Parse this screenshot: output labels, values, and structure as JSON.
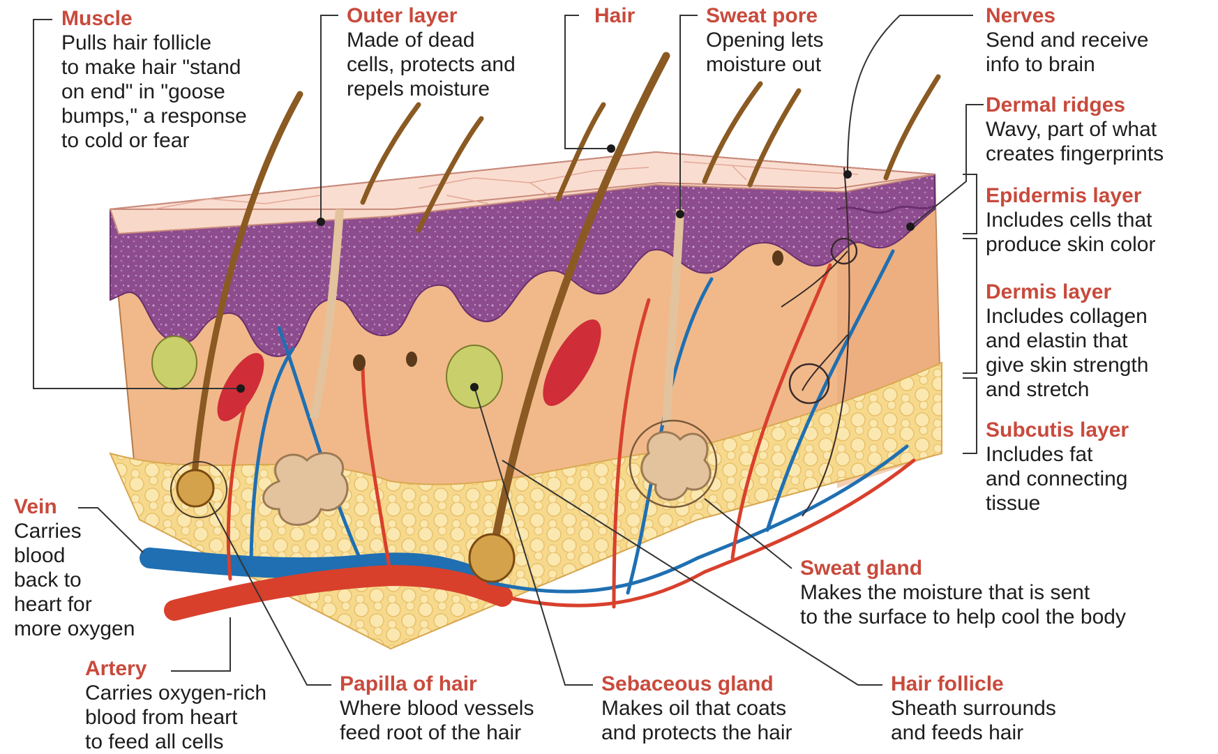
{
  "colors": {
    "title": "#c84a3c",
    "text": "#1d1d1d",
    "outer_layer": "#f8d8c8",
    "epidermis": "#8d4c8e",
    "dermis": "#f1b98a",
    "subcutis_fat": "#f6d98c",
    "hair": "#8a5a22",
    "muscle": "#cf2d38",
    "vein": "#1f6fb2",
    "artery": "#d8402c",
    "sebaceous": "#c9cf6a",
    "sweat_gland": "#e2c39d",
    "leader": "#333333"
  },
  "labels": {
    "muscle": {
      "title": "Muscle",
      "desc": "Pulls hair follicle\nto make hair \"stand\non end\" in \"goose\nbumps,\" a response\nto cold or fear"
    },
    "outer_layer": {
      "title": "Outer layer",
      "desc": "Made of dead\ncells, protects and\nrepels moisture"
    },
    "hair": {
      "title": "Hair",
      "desc": ""
    },
    "sweat_pore": {
      "title": "Sweat pore",
      "desc": "Opening lets\nmoisture out"
    },
    "nerves": {
      "title": "Nerves",
      "desc": "Send and receive\ninfo to brain"
    },
    "dermal_ridges": {
      "title": "Dermal ridges",
      "desc": "Wavy, part of what\ncreates fingerprints"
    },
    "epidermis_layer": {
      "title": "Epidermis layer",
      "desc": "Includes cells that\nproduce skin color"
    },
    "dermis_layer": {
      "title": "Dermis layer",
      "desc": "Includes collagen\nand elastin that\ngive skin strength\nand stretch"
    },
    "subcutis_layer": {
      "title": "Subcutis layer",
      "desc": "Includes fat\nand connecting\ntissue"
    },
    "vein": {
      "title": "Vein",
      "desc": "Carries\nblood\nback to\nheart for\nmore oxygen"
    },
    "artery": {
      "title": "Artery",
      "desc": "Carries oxygen-rich\nblood from heart\nto feed all cells"
    },
    "sweat_gland": {
      "title": "Sweat gland",
      "desc": "Makes the moisture that is sent\nto the surface to help cool the body"
    },
    "papilla_of_hair": {
      "title": "Papilla of hair",
      "desc": "Where blood vessels\nfeed root of the hair"
    },
    "sebaceous_gland": {
      "title": "Sebaceous gland",
      "desc": "Makes oil that coats\nand protects the hair"
    },
    "hair_follicle": {
      "title": "Hair follicle",
      "desc": "Sheath surrounds\nand feeds hair"
    }
  }
}
